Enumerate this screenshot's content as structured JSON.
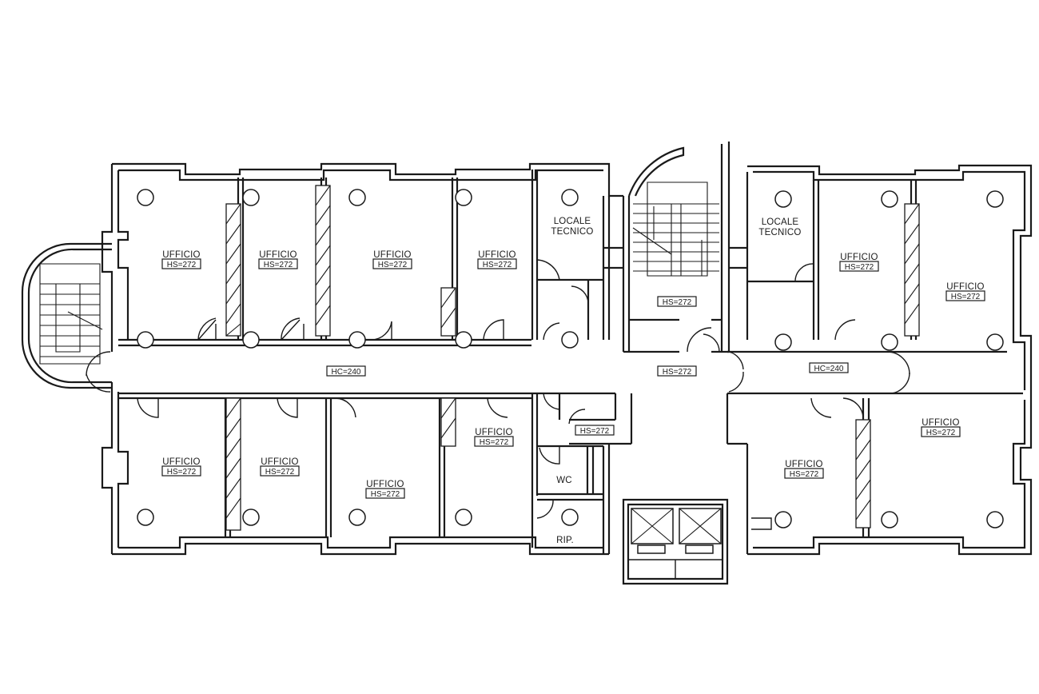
{
  "rooms": {
    "office": "UFFICIO",
    "tech_line1": "LOCALE",
    "tech_line2": "TECNICO",
    "wc": "WC",
    "storage": "RIP."
  },
  "heights": {
    "room": "HS=272",
    "corridor": "HC=240"
  }
}
